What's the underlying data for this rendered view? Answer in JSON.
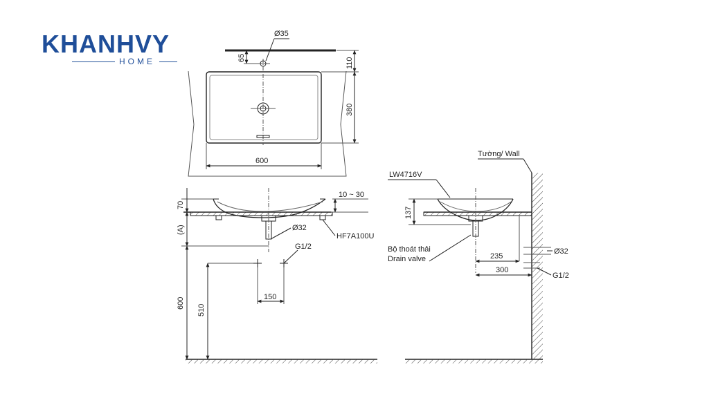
{
  "brand": {
    "name": "KHANHVY",
    "sub": "HOME",
    "color": "#1f4e99"
  },
  "top_view": {
    "hole_dia": "Ø35",
    "dim_65": "65",
    "dim_110": "110",
    "dim_380": "380",
    "dim_600": "600"
  },
  "front_view": {
    "dim_70": "70",
    "dim_a": "(A)",
    "dim_10_30": "10 ~ 30",
    "drain_model": "HF7A100U",
    "dia_32": "Ø32",
    "g12": "G1/2",
    "dim_150": "150",
    "dim_600": "600",
    "dim_510": "510"
  },
  "side_view": {
    "wall_label": "Tường/ Wall",
    "model": "LW4716V",
    "dim_137": "137",
    "drain_vn": "Bộ thoát thải",
    "drain_en": "Drain valve",
    "dim_235": "235",
    "dim_300": "300",
    "dia_32": "Ø32",
    "g12": "G1/2"
  }
}
